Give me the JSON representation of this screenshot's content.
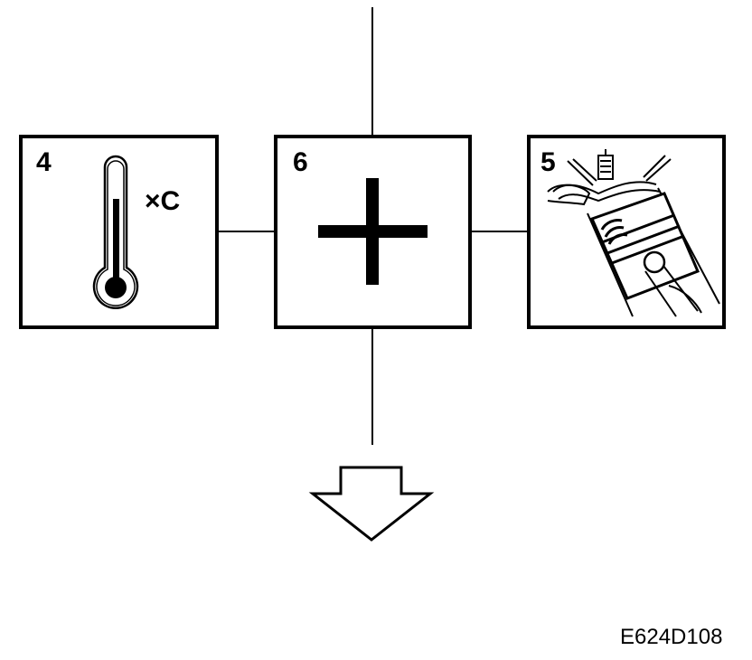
{
  "boxes": [
    {
      "number": "4",
      "icon": "thermometer-icon",
      "unit_label": "×C"
    },
    {
      "number": "6",
      "icon": "plus-icon"
    },
    {
      "number": "5",
      "icon": "engine-piston-icon"
    }
  ],
  "figure_code": "E624D108",
  "colors": {
    "stroke": "#000000",
    "background": "#ffffff"
  }
}
